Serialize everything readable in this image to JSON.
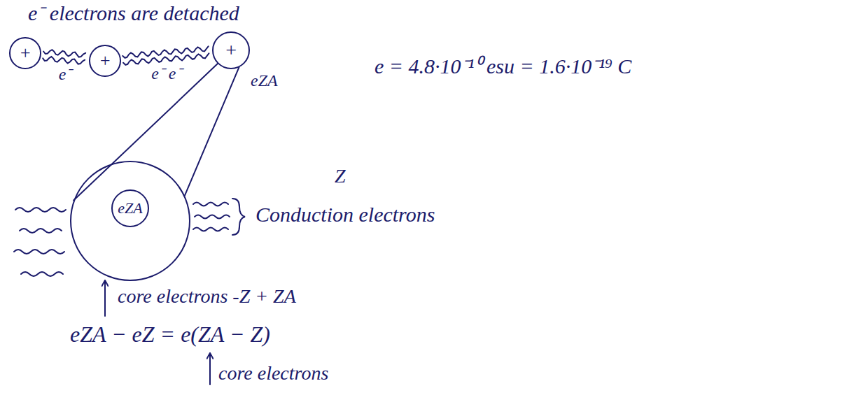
{
  "diagram": {
    "title": "e⁻ electrons are detached",
    "nodes": [
      {
        "text": [
          "+"
        ]
      },
      {
        "text": [
          "+"
        ]
      },
      {
        "text": [
          "+"
        ]
      },
      {
        "text": []
      },
      {
        "text": [
          "eZA"
        ],
        "in": 3
      }
    ],
    "edges": [
      {
        "from": 0,
        "to": 1,
        "arrow": "none",
        "label": "e⁻"
      },
      {
        "from": 1,
        "to": 2,
        "arrow": "none",
        "label": "e⁻ e⁻"
      },
      {
        "from": 2,
        "to": 3,
        "arrow": "none"
      }
    ],
    "labels": [
      "eZA",
      "e = 4.8·10⁻¹⁰ esu = 1.6·10⁻¹⁹ C",
      "Z",
      "Conduction electrons",
      "core electrons -Z + ZA",
      "eZA − eZ = e(ZA − Z)",
      "core electrons"
    ]
  }
}
